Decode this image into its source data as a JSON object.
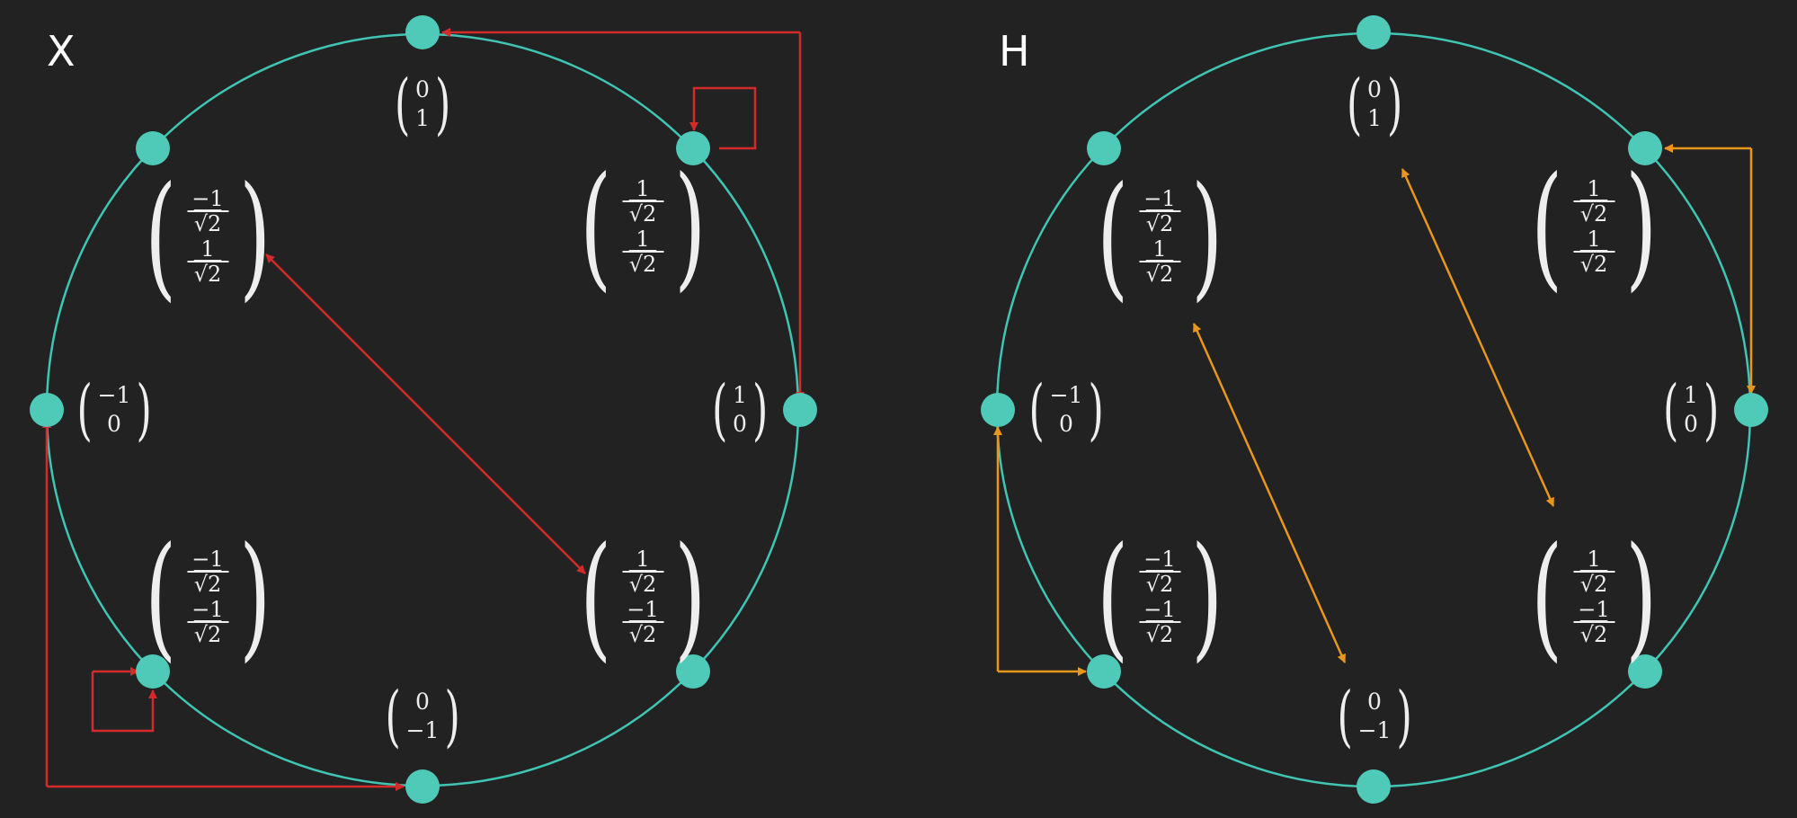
{
  "diagrams": [
    {
      "title": "X",
      "arrow_color": "#d42a2a",
      "labels": {
        "top": [
          "0",
          "1"
        ],
        "top_right": [
          "1",
          "√2",
          "1",
          "√2"
        ],
        "right": [
          "1",
          "0"
        ],
        "bottom_right": [
          "1",
          "√2",
          "−1",
          "√2"
        ],
        "bottom": [
          "0",
          "−1"
        ],
        "bottom_left": [
          "−1",
          "√2",
          "−1",
          "√2"
        ],
        "left": [
          "−1",
          "0"
        ],
        "top_left": [
          "−1",
          "√2",
          "1",
          "√2"
        ]
      }
    },
    {
      "title": "H",
      "arrow_color": "#e8971e",
      "labels": {
        "top": [
          "0",
          "1"
        ],
        "top_right": [
          "1",
          "√2",
          "1",
          "√2"
        ],
        "right": [
          "1",
          "0"
        ],
        "bottom_right": [
          "1",
          "√2",
          "−1",
          "√2"
        ],
        "bottom": [
          "0",
          "−1"
        ],
        "bottom_left": [
          "−1",
          "√2",
          "−1",
          "√2"
        ],
        "left": [
          "−1",
          "0"
        ],
        "top_left": [
          "−1",
          "√2",
          "1",
          "√2"
        ]
      }
    }
  ],
  "colors": {
    "background": "#222222",
    "circle": "#40c4b4",
    "node": "#4fc9b8",
    "text": "#eeeeee"
  }
}
